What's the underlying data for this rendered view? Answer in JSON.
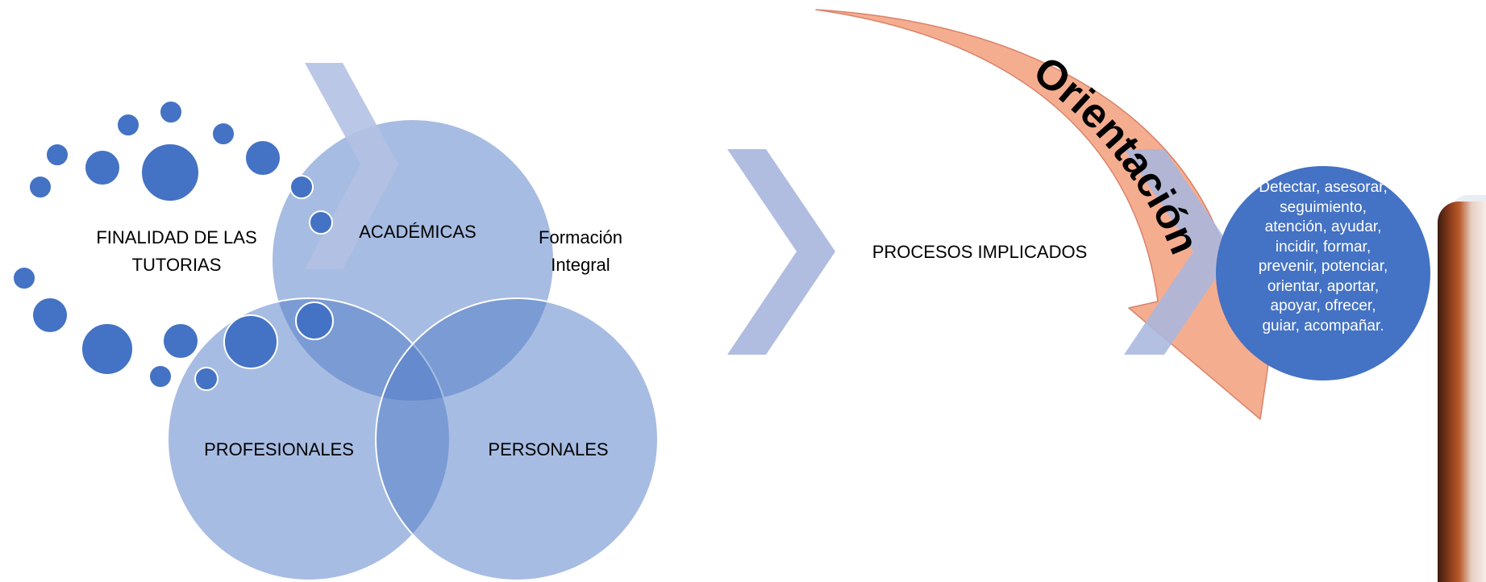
{
  "left": {
    "finalidad": [
      "FINALIDAD DE LAS",
      "TUTORIAS"
    ],
    "formacion": [
      "Formación",
      "Integral"
    ]
  },
  "venn": {
    "top": "ACADÉMICAS",
    "left": "PROFESIONALES",
    "right": "PERSONALES"
  },
  "middle": {
    "procesos": "PROCESOS IMPLICADOS"
  },
  "arrow": {
    "text": "Orientación"
  },
  "circle": {
    "lines": [
      "Detectar, asesorar,",
      "seguimiento,",
      "atención, ayudar,",
      "incidir, formar,",
      "prevenir, potenciar,",
      "orientar, aportar,",
      "apoyar, ofrecer,",
      "guiar, acompañar."
    ]
  },
  "colors": {
    "venn_fill": "#a4b8e0",
    "chevron": "#b0bde0",
    "bubble": "#4472c4",
    "arrow_fill": "#f5ad8f",
    "action_circle": "#4472c4"
  }
}
